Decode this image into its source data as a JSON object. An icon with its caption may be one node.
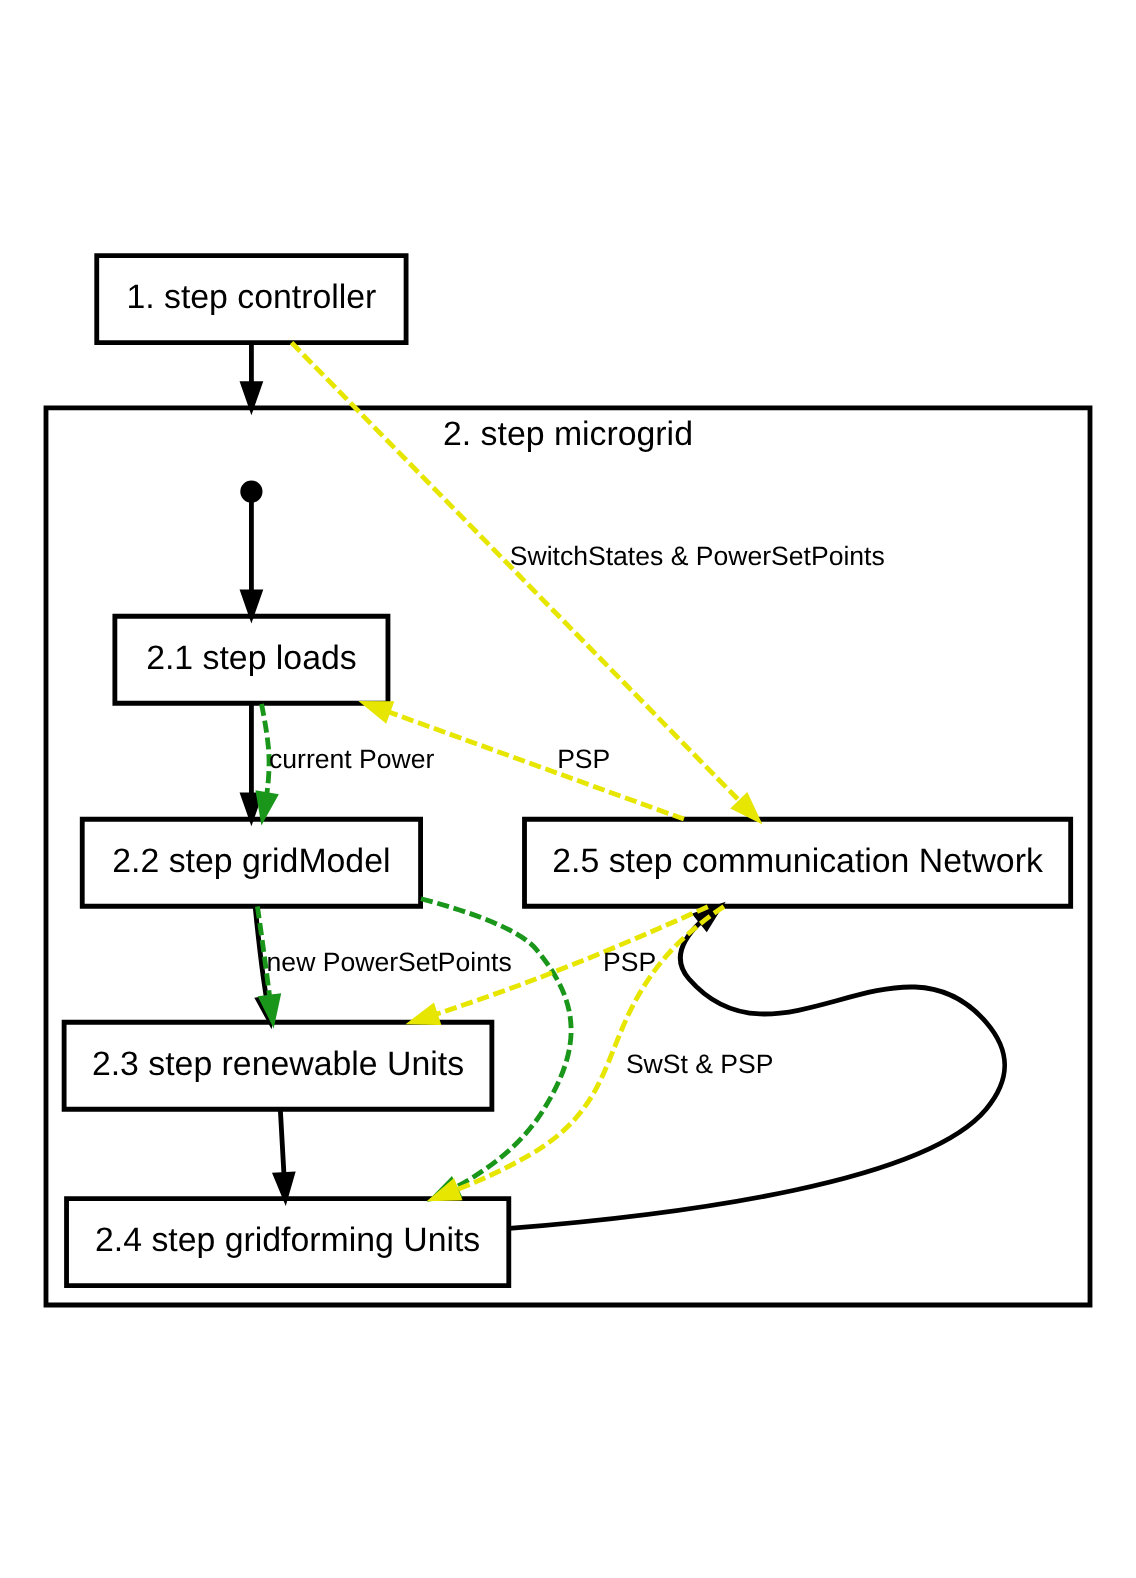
{
  "diagram": {
    "nodes": [
      {
        "text": [
          "1. step controller"
        ]
      },
      {
        "text": [
          "2. step microgrid"
        ]
      },
      {
        "text": [],
        "shape": "circle",
        "in": 1
      },
      {
        "text": [
          "2.1 step loads"
        ],
        "in": 1
      },
      {
        "text": [
          "2.2 step gridModel"
        ],
        "in": 1
      },
      {
        "text": [
          "2.3 step renewable Units"
        ],
        "in": 1
      },
      {
        "text": [
          "2.4 step gridforming Units"
        ],
        "in": 1
      },
      {
        "text": [
          "2.5 step communication Network"
        ],
        "in": 1
      }
    ],
    "edges": [
      {
        "from": 0,
        "to": 1,
        "arrow": "to"
      },
      {
        "from": 2,
        "to": 3,
        "arrow": "to"
      },
      {
        "from": 3,
        "to": 4,
        "arrow": "to"
      },
      {
        "from": 4,
        "to": 5,
        "arrow": "to"
      },
      {
        "from": 5,
        "to": 6,
        "arrow": "to"
      },
      {
        "from": 6,
        "to": 7,
        "arrow": "to"
      },
      {
        "from": 0,
        "to": 7,
        "arrow": "to",
        "label": "SwitchStates & PowerSetPoints",
        "style": "dashed",
        "color": "#e6e600"
      },
      {
        "from": 7,
        "to": 3,
        "arrow": "to",
        "label": "PSP",
        "style": "dashed",
        "color": "#e6e600"
      },
      {
        "from": 7,
        "to": 5,
        "arrow": "to",
        "label": "PSP",
        "style": "dashed",
        "color": "#e6e600"
      },
      {
        "from": 7,
        "to": 6,
        "arrow": "to",
        "label": "SwSt & PSP",
        "style": "dashed",
        "color": "#e6e600"
      },
      {
        "from": 3,
        "to": 4,
        "arrow": "to",
        "label": "current Power",
        "style": "dashed",
        "color": "#1a961a"
      },
      {
        "from": 4,
        "to": 5,
        "arrow": "to",
        "label": "new PowerSetPoints",
        "style": "dashed",
        "color": "#1a961a"
      },
      {
        "from": 4,
        "to": 6,
        "arrow": "to",
        "style": "dashed",
        "color": "#1a961a"
      }
    ]
  }
}
